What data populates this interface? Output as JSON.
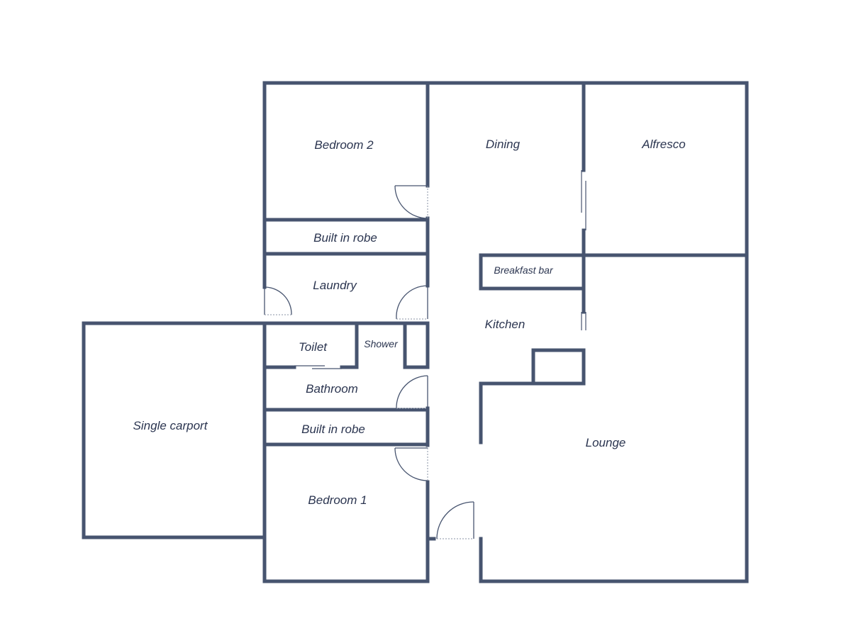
{
  "rooms": {
    "bedroom2": "Bedroom 2",
    "dining": "Dining",
    "alfresco": "Alfresco",
    "robe_upper": "Built in robe",
    "laundry": "Laundry",
    "breakfast_bar": "Breakfast bar",
    "kitchen": "Kitchen",
    "toilet": "Toilet",
    "shower": "Shower",
    "bathroom": "Bathroom",
    "robe_lower": "Built in robe",
    "carport": "Single carport",
    "lounge": "Lounge",
    "bedroom1": "Bedroom 1"
  },
  "colors": {
    "wall": "#47546f",
    "label": "#2b3550",
    "background": "#ffffff"
  }
}
